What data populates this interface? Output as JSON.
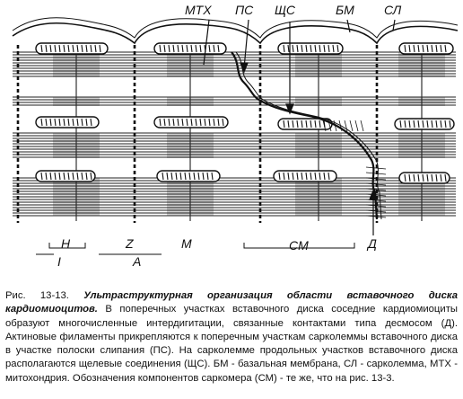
{
  "figure": {
    "top_labels": {
      "mtx": "МТХ",
      "ps": "ПС",
      "shs": "ЩС",
      "bm": "БМ",
      "sl": "СЛ"
    },
    "bottom_labels": {
      "h": "H",
      "z": "Z",
      "m": "M",
      "sm": "CM",
      "d": "Д",
      "i": "I",
      "a": "A"
    }
  },
  "caption": {
    "prefix": "Рис. 13-13.",
    "title": "Ультраструктурная организация области вставочного диска кардиомиоцитов.",
    "body": "В поперечных участках вставочного диска соседние кардиомиоциты образуют многочисленные интердигитации, связанные контактами типа десмосом (Д). Актиновые филаменты прикрепляются к поперечным участкам сарколеммы вставочного диска в участке полоски слипания (ПС). На сарколемме продольных участков вставочного диска располагаются щелевые соединения (ЩС). БМ - базальная мембрана, СЛ - сарколемма, МТХ - митохондрия. Обозначения компонентов саркомера (СМ) - те же, что на рис. 13-3."
  }
}
